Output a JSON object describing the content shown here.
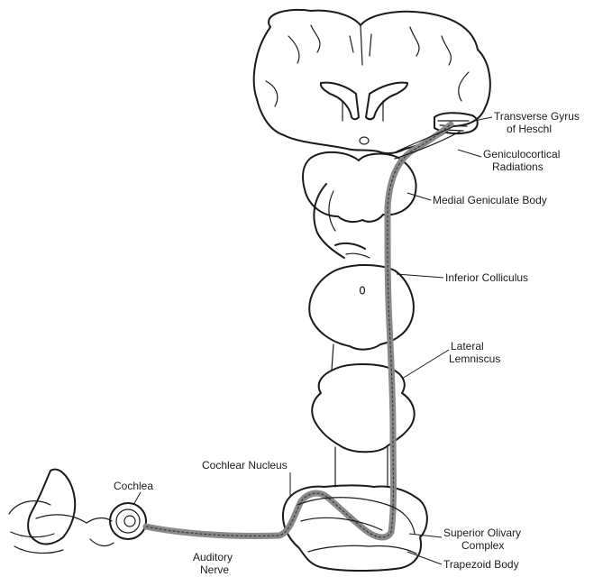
{
  "labels": {
    "transverse_gyrus_line1": "Transverse Gyrus",
    "transverse_gyrus_line2": "of Heschl",
    "geniculocortical_line1": "Geniculocortical",
    "geniculocortical_line2": "Radiations",
    "medial_geniculate": "Medial Geniculate Body",
    "inferior_colliculus": "Inferior Colliculus",
    "lateral_lemniscus_line1": "Lateral",
    "lateral_lemniscus_line2": "Lemniscus",
    "cochlear_nucleus": "Cochlear Nucleus",
    "cochlea": "Cochlea",
    "superior_olivary_line1": "Superior Olivary",
    "superior_olivary_line2": "Complex",
    "trapezoid_body": "Trapezoid Body",
    "auditory_nerve_line1": "Auditory",
    "auditory_nerve_line2": "Nerve"
  }
}
